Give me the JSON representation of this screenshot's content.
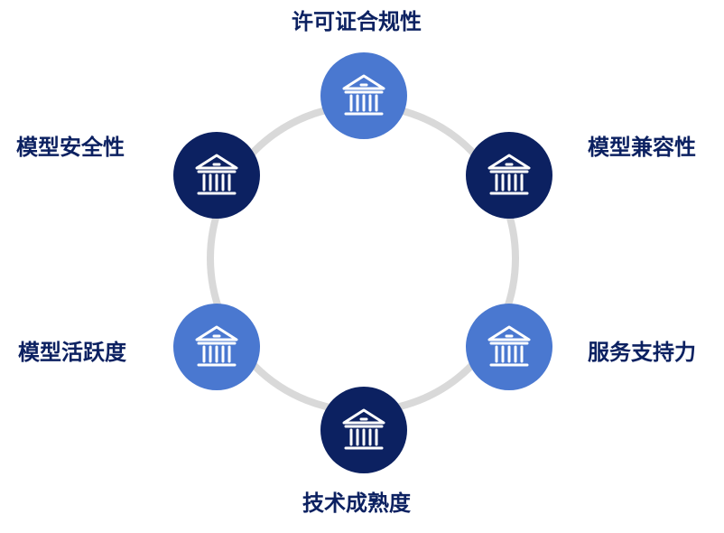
{
  "nodes": [
    {
      "id": "compliance",
      "label": "许可证合规性",
      "style": "light",
      "icon": "bank-icon"
    },
    {
      "id": "compat",
      "label": "模型兼容性",
      "style": "dark",
      "icon": "bank-icon"
    },
    {
      "id": "support",
      "label": "服务支持力",
      "style": "light",
      "icon": "bank-icon"
    },
    {
      "id": "maturity",
      "label": "技术成熟度",
      "style": "dark",
      "icon": "bank-icon"
    },
    {
      "id": "activity",
      "label": "模型活跃度",
      "style": "light",
      "icon": "bank-icon"
    },
    {
      "id": "security",
      "label": "模型安全性",
      "style": "dark",
      "icon": "bank-icon"
    }
  ],
  "colors": {
    "light_node": "#4a78d0",
    "dark_node": "#0c2161",
    "ring": "#d9d9d9",
    "label": "#0c2161"
  }
}
